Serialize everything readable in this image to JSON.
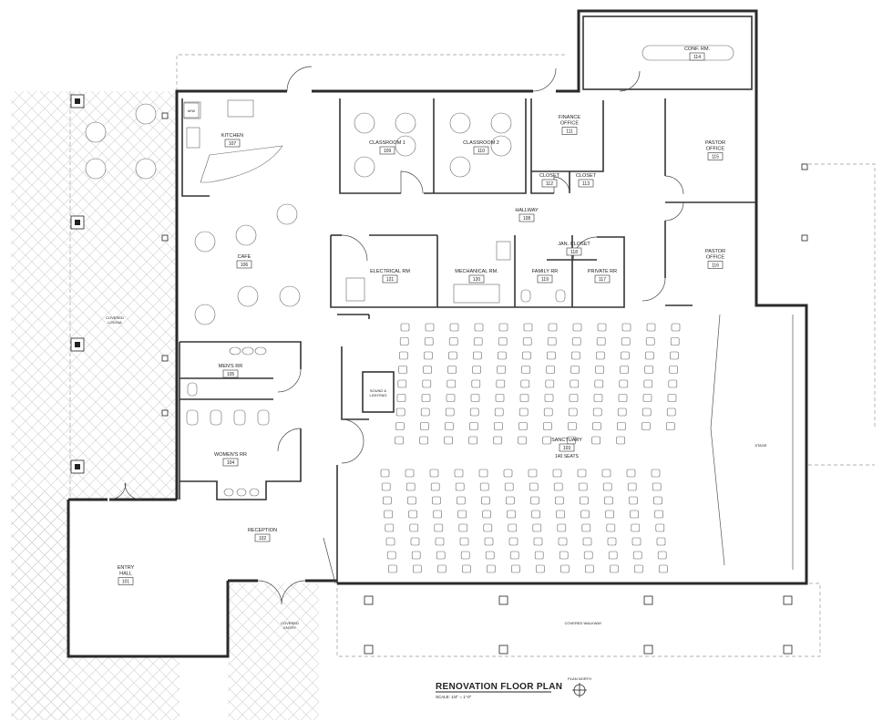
{
  "plan": {
    "title": "RENOVATION FLOOR PLAN",
    "scale": "SCALE: 1/4\" = 1'-0\"",
    "north_label": "PLAN NORTH"
  },
  "rooms": [
    {
      "key": "conf",
      "name": "CONF. RM.",
      "number": "114"
    },
    {
      "key": "kitchen",
      "name": "KITCHEN",
      "number": "107"
    },
    {
      "key": "class1",
      "name": "CLASSROOM 1",
      "number": "109"
    },
    {
      "key": "class2",
      "name": "CLASSROOM 2",
      "number": "110"
    },
    {
      "key": "finance",
      "name": "FINANCE\nOFFICE",
      "number": "111"
    },
    {
      "key": "closet1",
      "name": "CLOSET",
      "number": "112"
    },
    {
      "key": "closet2",
      "name": "CLOSET",
      "number": "113"
    },
    {
      "key": "pastor1",
      "name": "PASTOR\nOFFICE",
      "number": "115"
    },
    {
      "key": "hallway",
      "name": "HALLWAY",
      "number": "108"
    },
    {
      "key": "cafe",
      "name": "CAFE",
      "number": "106"
    },
    {
      "key": "janitor",
      "name": "JAN. CLOSET",
      "number": "118"
    },
    {
      "key": "pastor2",
      "name": "PASTOR\nOFFICE",
      "number": "116"
    },
    {
      "key": "electrical",
      "name": "ELECTRICAL RM",
      "number": "121"
    },
    {
      "key": "mechanical",
      "name": "MECHANICAL RM.",
      "number": "120"
    },
    {
      "key": "familyrr",
      "name": "FAMILY RR",
      "number": "119"
    },
    {
      "key": "privaterr",
      "name": "PRIVATE RR",
      "number": "117"
    },
    {
      "key": "mensrr",
      "name": "MEN'S RR",
      "number": "105"
    },
    {
      "key": "sanctuary",
      "name": "SANCTUARY",
      "number": "103",
      "note": "140 SEATS"
    },
    {
      "key": "womensrr",
      "name": "WOMEN'S RR",
      "number": "104"
    },
    {
      "key": "reception",
      "name": "RECEPTION",
      "number": "102"
    },
    {
      "key": "entry",
      "name": "ENTRY\nHALL",
      "number": "101"
    }
  ],
  "labels": {
    "mw": "M/W",
    "loggia": "COVERED\nLOGGIA",
    "sound": "SOUND &\nLIGHTING",
    "stage": "STAGE",
    "covered_entry": "COVERED\nENTRY",
    "covered_walkway": "COVERED WALKWAY"
  }
}
